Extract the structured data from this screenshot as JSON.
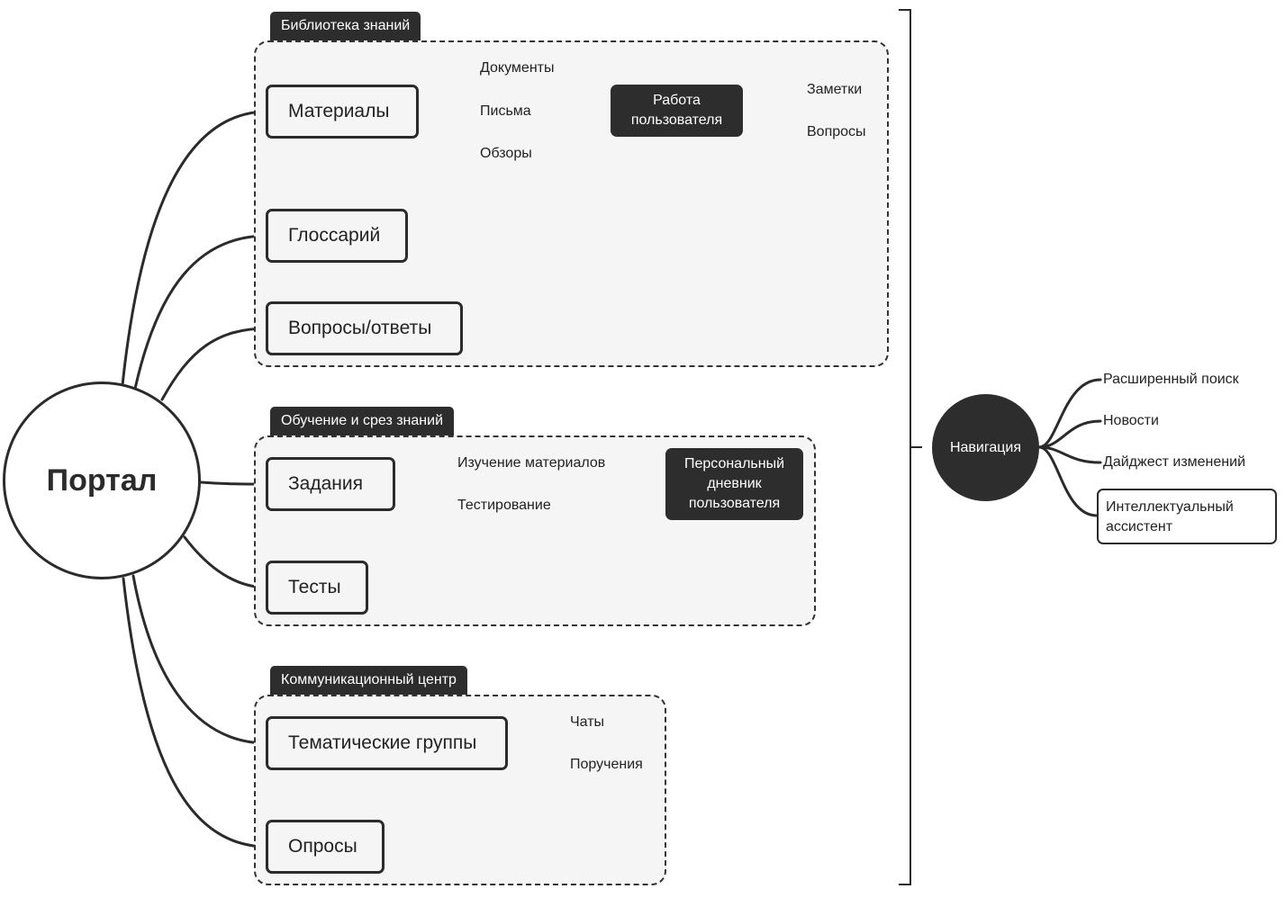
{
  "portal": {
    "label": "Портал"
  },
  "groups": {
    "library": {
      "title": "Библиотека знаний"
    },
    "learning": {
      "title": "Обучение и срез знаний"
    },
    "communication": {
      "title": "Коммуникационный центр"
    }
  },
  "nodes": {
    "materials": "Материалы",
    "glossary": "Глоссарий",
    "qa": "Вопросы/ответы",
    "tasks": "Задания",
    "tests": "Тесты",
    "thematic_groups": "Тематические группы",
    "polls": "Опросы"
  },
  "materials_children": [
    "Документы",
    "Письма",
    "Обзоры"
  ],
  "user_work": {
    "label": "Работа пользователя",
    "children": [
      "Заметки",
      "Вопросы"
    ]
  },
  "tasks_children": [
    "Изучение материалов",
    "Тестирование"
  ],
  "personal_diary": {
    "label": "Персональный дневник пользователя"
  },
  "thematic_children": [
    "Чаты",
    "Поручения"
  ],
  "navigation": {
    "label": "Навигация",
    "children": [
      "Расширенный поиск",
      "Новости",
      "Дайджест изменений",
      "Интеллектуальный ассистент"
    ]
  },
  "colors": {
    "dark": "#2d2d2d",
    "box_fill": "#f5f5f5",
    "line": "#2b2b2b"
  }
}
